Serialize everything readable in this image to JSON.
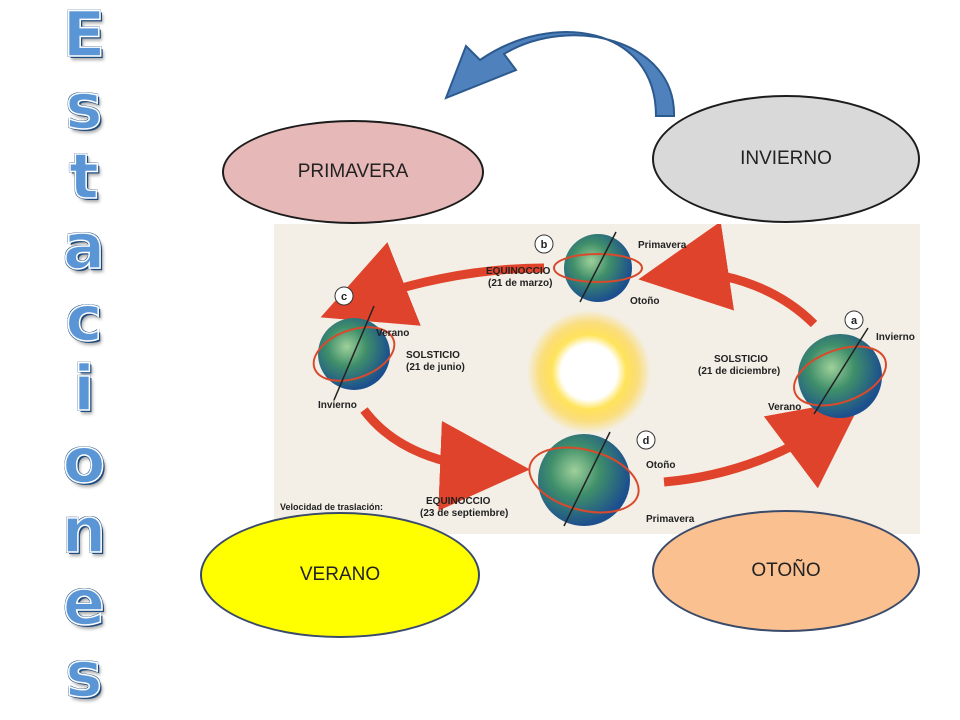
{
  "title": {
    "letters": [
      "E",
      "s",
      "t",
      "a",
      "c",
      "i",
      "o",
      "n",
      "e",
      "s"
    ]
  },
  "seasons": {
    "primavera": "PRIMAVERA",
    "invierno": "INVIERNO",
    "verano": "VERANO",
    "otono": "OTOÑO"
  },
  "diagram": {
    "positions": {
      "a": {
        "letter": "a",
        "label_top": "Invierno",
        "label_bottom": "Verano",
        "event": "SOLSTICIO",
        "date": "(21 de diciembre)"
      },
      "b": {
        "letter": "b",
        "label_top": "Primavera",
        "label_bottom": "Otoño",
        "event": "EQUINOCCIO",
        "date": "(21 de marzo)"
      },
      "c": {
        "letter": "c",
        "label_top": "Verano",
        "label_bottom": "Invierno",
        "event": "SOLSTICIO",
        "date": "(21 de junio)"
      },
      "d": {
        "letter": "d",
        "label_top": "Otoño",
        "label_bottom": "Primavera",
        "event": "EQUINOCCIO",
        "date": "(23 de septiembre)"
      }
    },
    "caption_fragment": "Velocidad de traslación:"
  },
  "colors": {
    "title_blue": "#5a96d6",
    "arrow_blue": "#4f81bd",
    "orbit_red": "#e0432b",
    "sun_yellow": "#ffe45c",
    "primavera": "#e6b8b7",
    "invierno": "#d9d9d9",
    "verano": "#ffff00",
    "otono": "#fac090"
  }
}
